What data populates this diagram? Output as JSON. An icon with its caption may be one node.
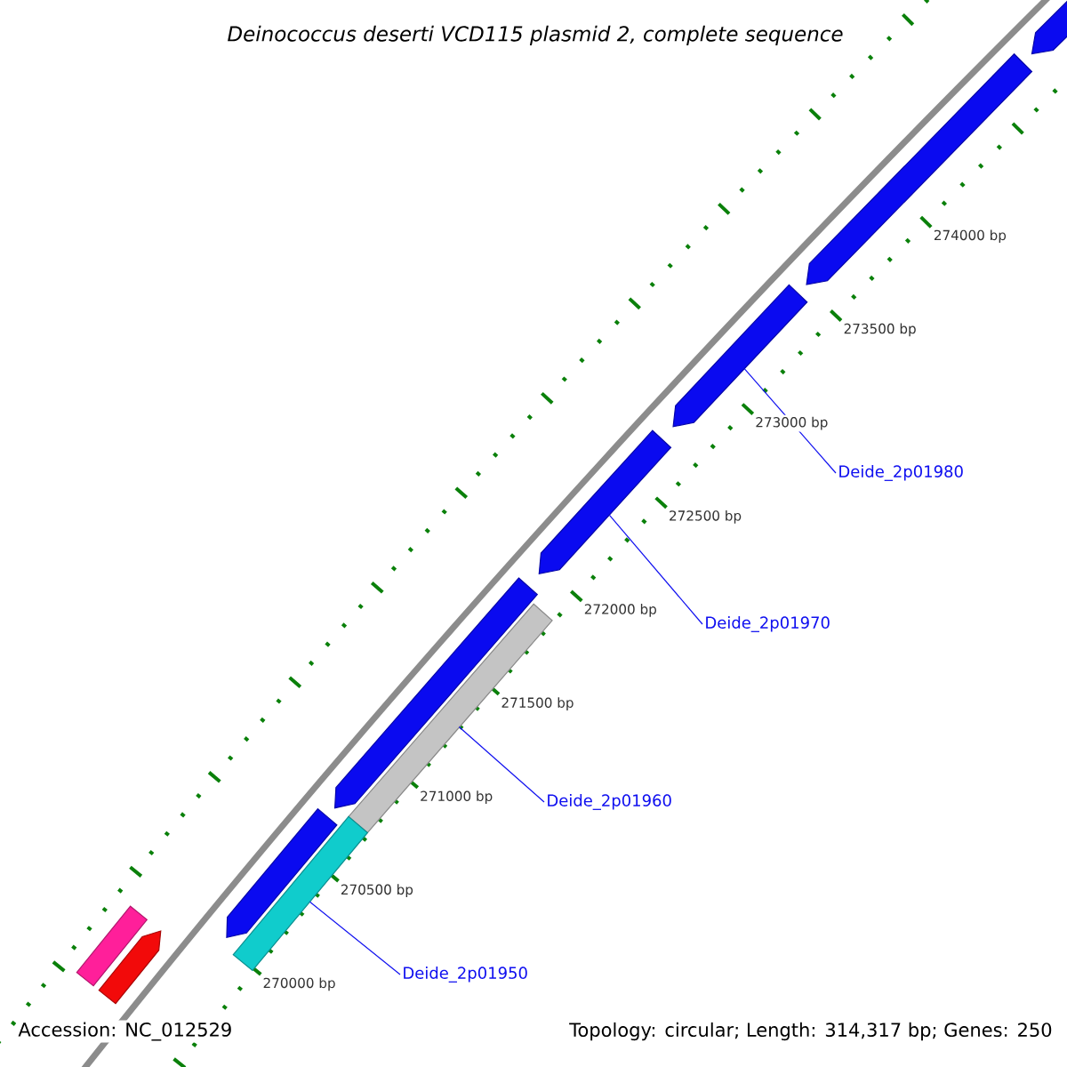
{
  "diagram": {
    "title": "Deinococcus deserti VCD115 plasmid 2, complete sequence",
    "nodes": [
      {
        "text": [
          "Deide_2p01980"
        ]
      },
      {
        "text": [
          "Deide_2p01970"
        ]
      },
      {
        "text": [
          "Deide_2p01960"
        ]
      },
      {
        "text": [
          "Deide_2p01950"
        ]
      },
      {
        "text": [],
        "shape": "arrow"
      },
      {
        "text": [],
        "shape": "arrow"
      },
      {
        "text": [],
        "shape": "arrow"
      },
      {
        "text": [],
        "shape": "arrow"
      },
      {
        "text": [],
        "shape": "arrow"
      },
      {
        "text": [],
        "shape": "bar"
      },
      {
        "text": [],
        "shape": "arrow"
      },
      {
        "text": [],
        "shape": "bar"
      },
      {
        "text": [],
        "shape": "bar"
      },
      {
        "text": [],
        "shape": "arrow"
      }
    ],
    "edges": [
      {
        "from": 0,
        "to": 6,
        "arrow": "none"
      },
      {
        "from": 1,
        "to": 7,
        "arrow": "none"
      },
      {
        "from": 2,
        "to": 9,
        "arrow": "none"
      },
      {
        "from": 3,
        "to": 11,
        "arrow": "none"
      }
    ],
    "labels": [
      "274000 bp",
      "273500 bp",
      "273000 bp",
      "272500 bp",
      "272000 bp",
      "271500 bp",
      "271000 bp",
      "270500 bp",
      "270000 bp",
      "Accession: NC_012529",
      "Topology: circular; Length: 314,317 bp; Genes: 250"
    ]
  }
}
